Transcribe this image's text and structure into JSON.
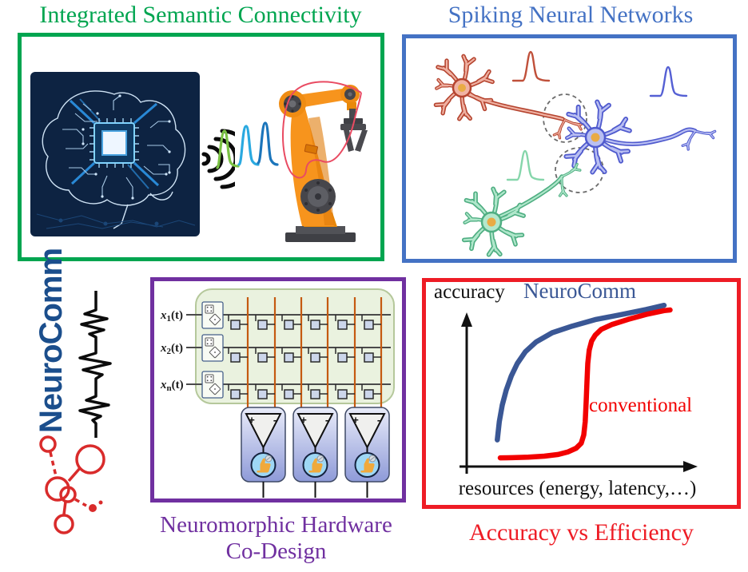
{
  "colors": {
    "green": "#00a550",
    "blue": "#4472c4",
    "purple": "#7030a0",
    "red": "#ee1c25",
    "logoblue": "#1b4e8c",
    "logored": "#d92b2b"
  },
  "panels": {
    "semantic": {
      "title": "Integrated Semantic Connectivity"
    },
    "snn": {
      "title": "Spiking Neural Networks"
    },
    "hardware": {
      "title_line1": "Neuromorphic Hardware",
      "title_line2": "Co-Design",
      "rows": [
        {
          "var": "x",
          "sub": "1",
          "arg": "(t)"
        },
        {
          "var": "x",
          "sub": "2",
          "arg": "(t)"
        },
        {
          "var": "x",
          "sub": "n",
          "arg": "(t)"
        }
      ],
      "opamp_plus": "+",
      "opamp_minus": "-"
    },
    "tradeoff": {
      "title": "Accuracy vs Efficiency"
    }
  },
  "logo": {
    "text": "NeuroComm"
  },
  "chart_data": {
    "type": "line",
    "title": "Accuracy vs Efficiency",
    "xlabel": "resources (energy, latency,…)",
    "ylabel": "accuracy",
    "grid": false,
    "axes_note": "conceptual sketch, no numeric ticks; values normalized 0-1",
    "xlim": [
      0,
      1
    ],
    "ylim": [
      0,
      1
    ],
    "annotations": [
      {
        "text": "NeuroComm",
        "color": "#3a5795",
        "position": "top-center"
      },
      {
        "text": "conventional",
        "color": "#f20000",
        "position": "right-of-red-curve"
      }
    ],
    "series": [
      {
        "name": "NeuroComm",
        "color": "#3a5795",
        "x": [
          0.125,
          0.135,
          0.15,
          0.17,
          0.195,
          0.225,
          0.265,
          0.32,
          0.4,
          0.5,
          0.62,
          0.75,
          0.87,
          0.96
        ],
        "y": [
          0.17,
          0.28,
          0.38,
          0.47,
          0.555,
          0.63,
          0.7,
          0.76,
          0.815,
          0.855,
          0.895,
          0.925,
          0.955,
          0.98
        ]
      },
      {
        "name": "conventional",
        "color": "#f20000",
        "x": [
          0.14,
          0.2,
          0.28,
          0.36,
          0.43,
          0.48,
          0.52,
          0.545,
          0.558,
          0.565,
          0.57,
          0.574,
          0.578,
          0.585,
          0.597,
          0.615,
          0.645,
          0.7,
          0.78,
          0.87,
          0.96,
          0.99
        ],
        "y": [
          0.062,
          0.063,
          0.066,
          0.072,
          0.082,
          0.098,
          0.12,
          0.15,
          0.2,
          0.28,
          0.4,
          0.52,
          0.63,
          0.71,
          0.765,
          0.8,
          0.835,
          0.865,
          0.895,
          0.925,
          0.948,
          0.952
        ]
      }
    ]
  }
}
